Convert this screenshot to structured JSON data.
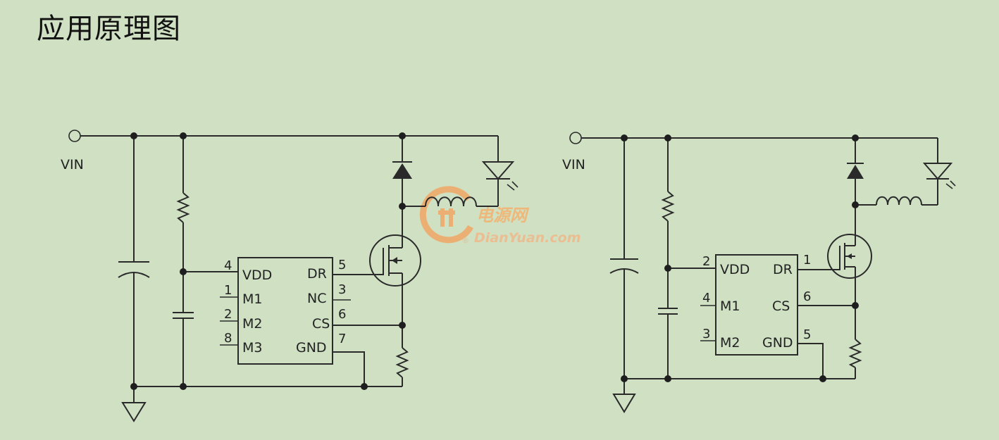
{
  "title": "应用原理图",
  "watermark": {
    "chinese": "电源网",
    "english": "DianYuan.com",
    "registered": "®"
  },
  "circuit_a": {
    "vin": {
      "main": "V",
      "sub": "IN"
    },
    "pins": [
      {
        "num": "4",
        "name": "VDD"
      },
      {
        "num": "1",
        "name": "M1"
      },
      {
        "num": "2",
        "name": "M2"
      },
      {
        "num": "8",
        "name": "M3"
      },
      {
        "num": "5",
        "name": "DR"
      },
      {
        "num": "3",
        "name": "NC"
      },
      {
        "num": "6",
        "name": "CS"
      },
      {
        "num": "7",
        "name": "GND"
      }
    ]
  },
  "circuit_b": {
    "vin": {
      "main": "V",
      "sub": "IN"
    },
    "pins": [
      {
        "num": "2",
        "name": "VDD"
      },
      {
        "num": "4",
        "name": "M1"
      },
      {
        "num": "3",
        "name": "M2"
      },
      {
        "num": "1",
        "name": "DR"
      },
      {
        "num": "6",
        "name": "CS"
      },
      {
        "num": "5",
        "name": "GND"
      }
    ]
  }
}
